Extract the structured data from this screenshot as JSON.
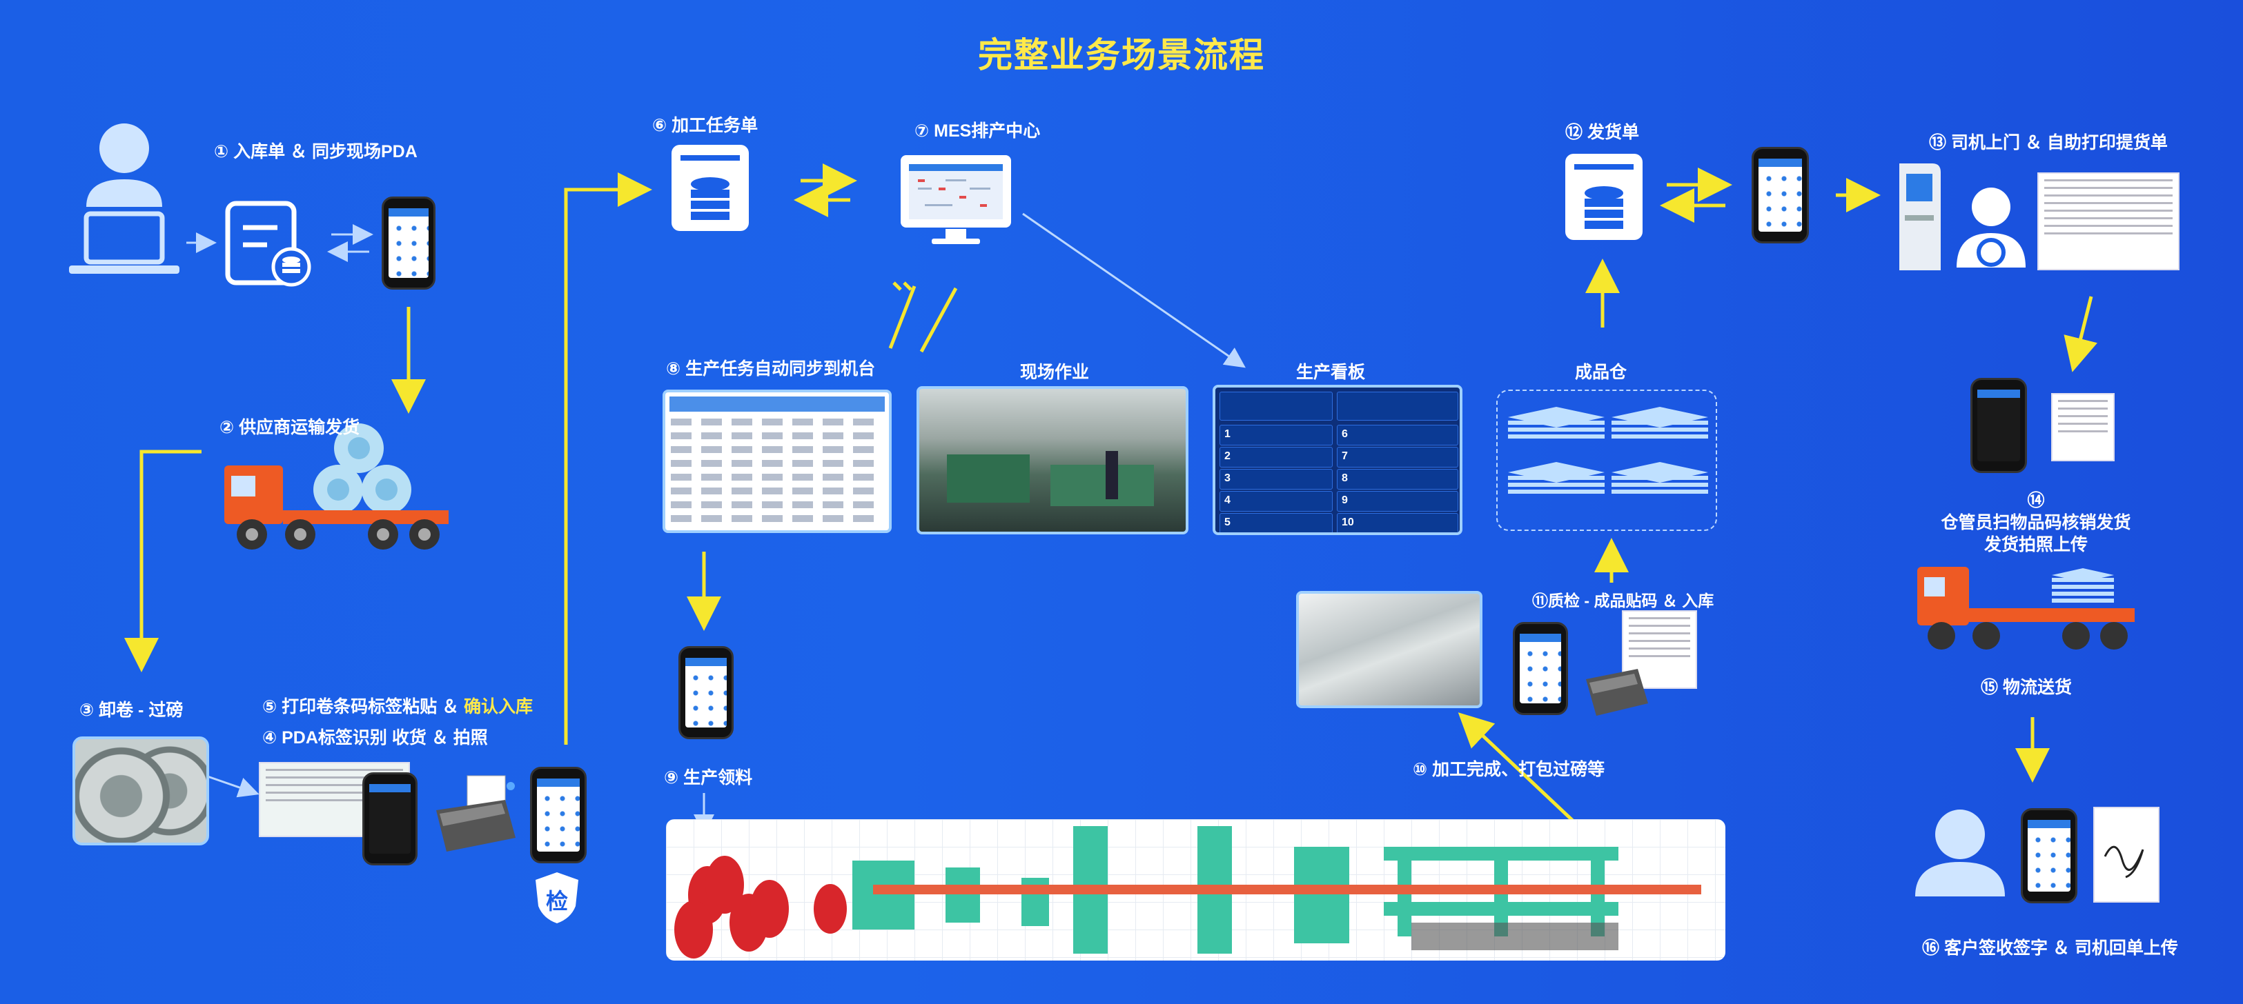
{
  "title": "完整业务场景流程",
  "steps": {
    "s1": "① 入库单 ＆ 同步现场PDA",
    "s2": "② 供应商运输发货",
    "s3": "③ 卸卷 - 过磅",
    "s5a": "⑤ 打印卷条码标签粘贴 ＆ ",
    "s5b": "确认入库",
    "s4": "④ PDA标签识别 收货 ＆ 拍照",
    "s6": "⑥ 加工任务单",
    "s7": "⑦ MES排产中心",
    "s8": "⑧ 生产任务自动同步到机台",
    "s9": "⑨ 生产领料",
    "s10": "⑩ 加工完成、打包过磅等",
    "s11": "⑪质检 - 成品贴码 ＆ 入库",
    "s12": "⑫ 发货单",
    "s13": "⑬ 司机上门 ＆ 自助打印提货单",
    "s14a": "⑭",
    "s14b": "仓管员扫物品码核销发货",
    "s14c": "发货拍照上传",
    "s15": "⑮ 物流送货",
    "s16": "⑯ 客户签收签字 ＆ 司机回单上传"
  },
  "sections": {
    "onsite": "现场作业",
    "kanban": "生产看板",
    "warehouse": "成品仓"
  },
  "inspect_badge": "检",
  "kanban_board": {
    "rows": [
      "1",
      "2",
      "3",
      "4",
      "5",
      "6",
      "7",
      "8",
      "9",
      "10"
    ]
  },
  "colors": {
    "background": "#1b5fe6",
    "title": "#ffe94a",
    "arrow": "#f6e72e",
    "icon": "#ffffff"
  }
}
